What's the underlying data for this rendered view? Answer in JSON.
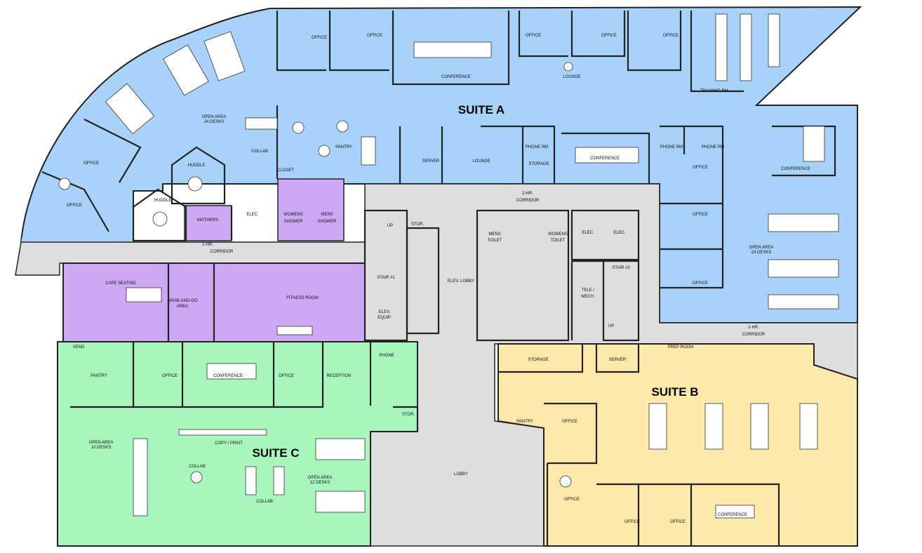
{
  "colors": {
    "suite_a": "#a9d2fb",
    "suite_b": "#fde9a9",
    "suite_c": "#a9f6bd",
    "amenity": "#cda9f5",
    "core": "#dedede",
    "wall": "#222222"
  },
  "suites": {
    "a": "SUITE A",
    "b": "SUITE B",
    "c": "SUITE C"
  },
  "rooms": {
    "office": "OFFICE",
    "conference": "CONFERENCE",
    "lounge": "LOUNGE",
    "training": "TRAINING RM",
    "open_area_24": [
      "OPEN AREA",
      "24 DESKS"
    ],
    "collab": "COLLAB",
    "pantry": "PANTRY",
    "huddle": "HUDDLE",
    "closet": "CLOSET",
    "server": "SERVER",
    "storage": "STORAGE",
    "phone_rm": "PHONE RM",
    "mothers": "MOTHERS",
    "elec": "ELEC.",
    "womens_shower": [
      "WOMENS",
      "SHOWER"
    ],
    "mens_shower": [
      "MENS",
      "SHOWER"
    ],
    "corridor": [
      "2-HR.",
      "CORRIDOR"
    ],
    "stor": "STOR.",
    "stair_1": "STAIR #1",
    "stair_2": "STAIR #2",
    "elev_equip": [
      "ELEV.",
      "EQUIP."
    ],
    "elev_lobby": "ELEV. LOBBY",
    "mens_toilet": [
      "MENS",
      "TOILET"
    ],
    "womens_toilet": [
      "WOMENS",
      "TOILET"
    ],
    "tele_mech": [
      "TELE /",
      "MECH."
    ],
    "up": "UP",
    "cafe_seating": "CAFE SEATING",
    "grab_and_go": [
      "GRAB-AND-GO",
      "AREA"
    ],
    "fitness_room": "FITNESS ROOM",
    "vend": "VEND",
    "reception": "RECEPTION",
    "phone": "PHONE",
    "copy_print": "COPY / PRINT",
    "open_area_10": [
      "OPEN AREA",
      "10 DESKS"
    ],
    "open_area_12": [
      "OPEN AREA",
      "12 DESKS"
    ],
    "lobby": "LOBBY",
    "prep_room": "PREP ROOM"
  }
}
